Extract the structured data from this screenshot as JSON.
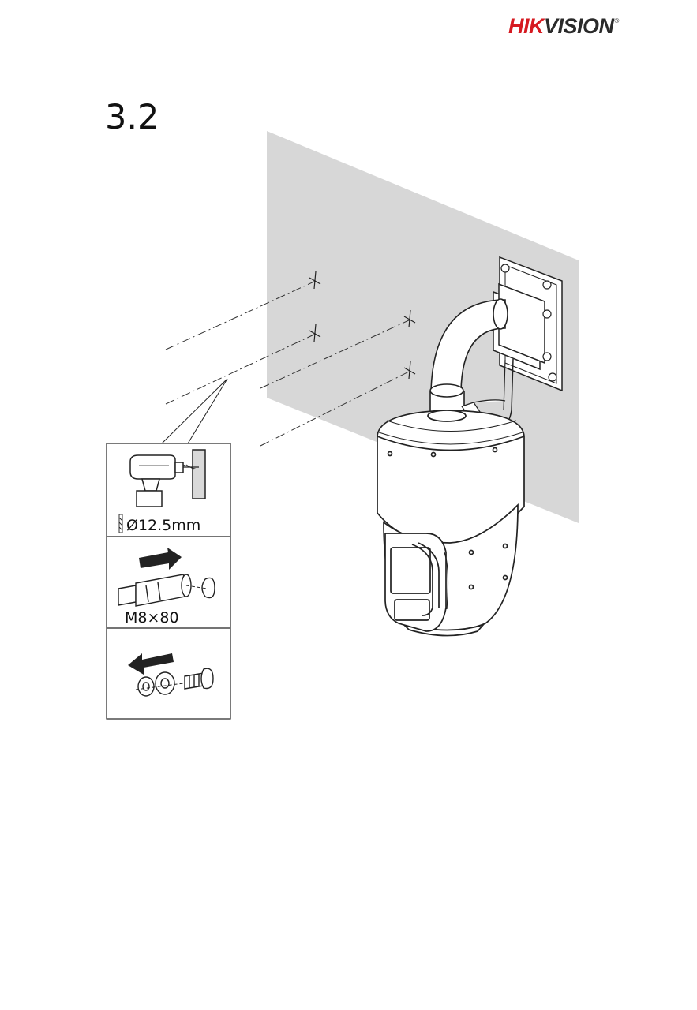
{
  "header": {
    "brand_part1": "HIK",
    "brand_part2": "VISION",
    "brand_mark": "®",
    "brand_color": "#d61a21"
  },
  "section": {
    "number": "3.2"
  },
  "steps": [
    {
      "label": "Ø12.5mm",
      "icon": "drill-icon"
    },
    {
      "label": "M8×80",
      "icon": "expansion-bolt-icon"
    },
    {
      "label": "",
      "icon": "remove-nut-washer-icon"
    }
  ]
}
